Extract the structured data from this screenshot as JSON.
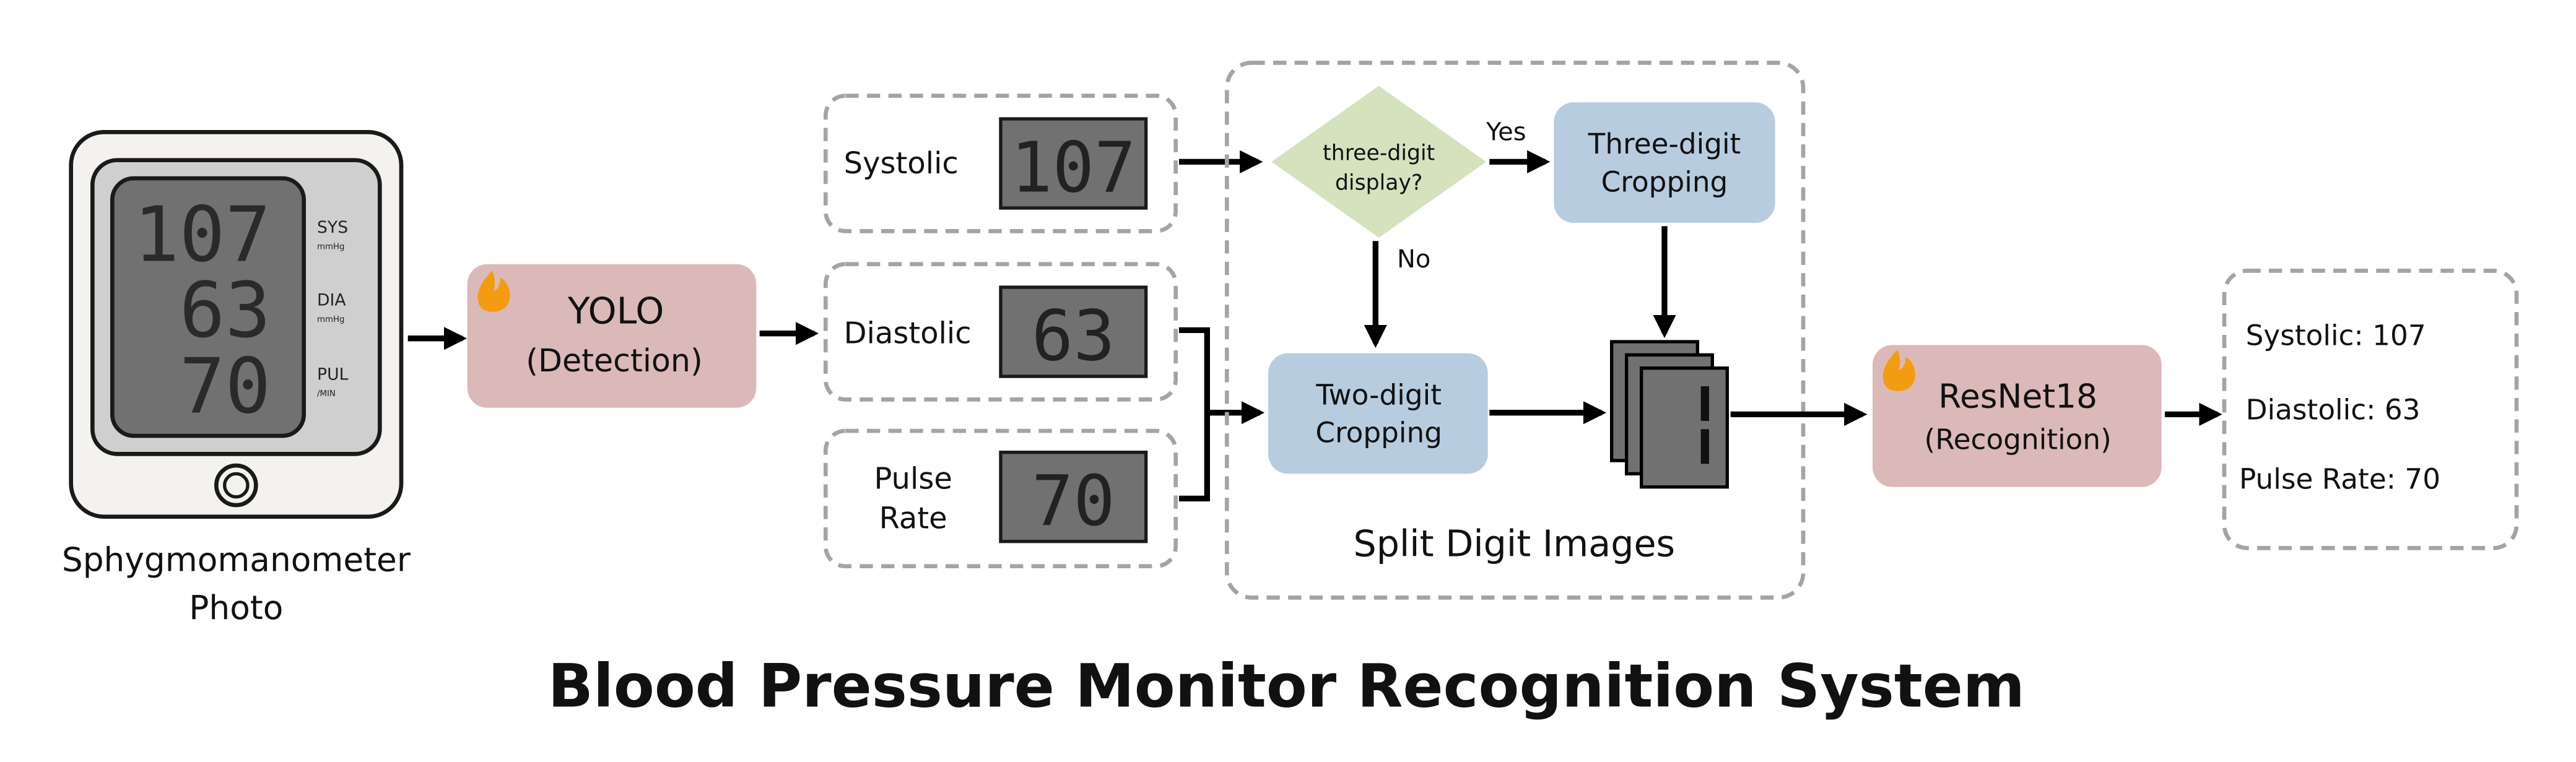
{
  "device": {
    "readings": [
      "107",
      "63",
      "70"
    ],
    "labels": [
      "SYS",
      "DIA",
      "PUL"
    ],
    "units": [
      "mmHg",
      "mmHg",
      "/MIN"
    ],
    "caption_line1": "Sphygmomanometer",
    "caption_line2": "Photo"
  },
  "yolo": {
    "title": "YOLO",
    "subtitle": "(Detection)"
  },
  "crops": {
    "systolic_label": "Systolic",
    "systolic_value": "107",
    "diastolic_label": "Diastolic",
    "diastolic_value": "63",
    "pulse_label_line1": "Pulse",
    "pulse_label_line2": "Rate",
    "pulse_value": "70"
  },
  "split": {
    "decision_line1": "three-digit",
    "decision_line2": "display?",
    "yes_label": "Yes",
    "no_label": "No",
    "three_digit_line1": "Three-digit",
    "three_digit_line2": "Cropping",
    "two_digit_line1": "Two-digit",
    "two_digit_line2": "Cropping",
    "group_label": "Split Digit Images"
  },
  "resnet": {
    "title": "ResNet18",
    "subtitle": "(Recognition)"
  },
  "results": {
    "systolic": "Systolic: 107",
    "diastolic": "Diastolic: 63",
    "pulse": "Pulse Rate: 70"
  },
  "footer": {
    "title": "Blood Pressure Monitor Recognition System"
  },
  "colors": {
    "yolo_box": "#dbb9b8",
    "resnet_box": "#dbb9b8",
    "cropping_box": "#b8cce0",
    "decision": "#d4e2bd",
    "lcd_screen": "#717171",
    "dashed_border": "#a4a4a4",
    "fire_icon": "#f39c12"
  }
}
